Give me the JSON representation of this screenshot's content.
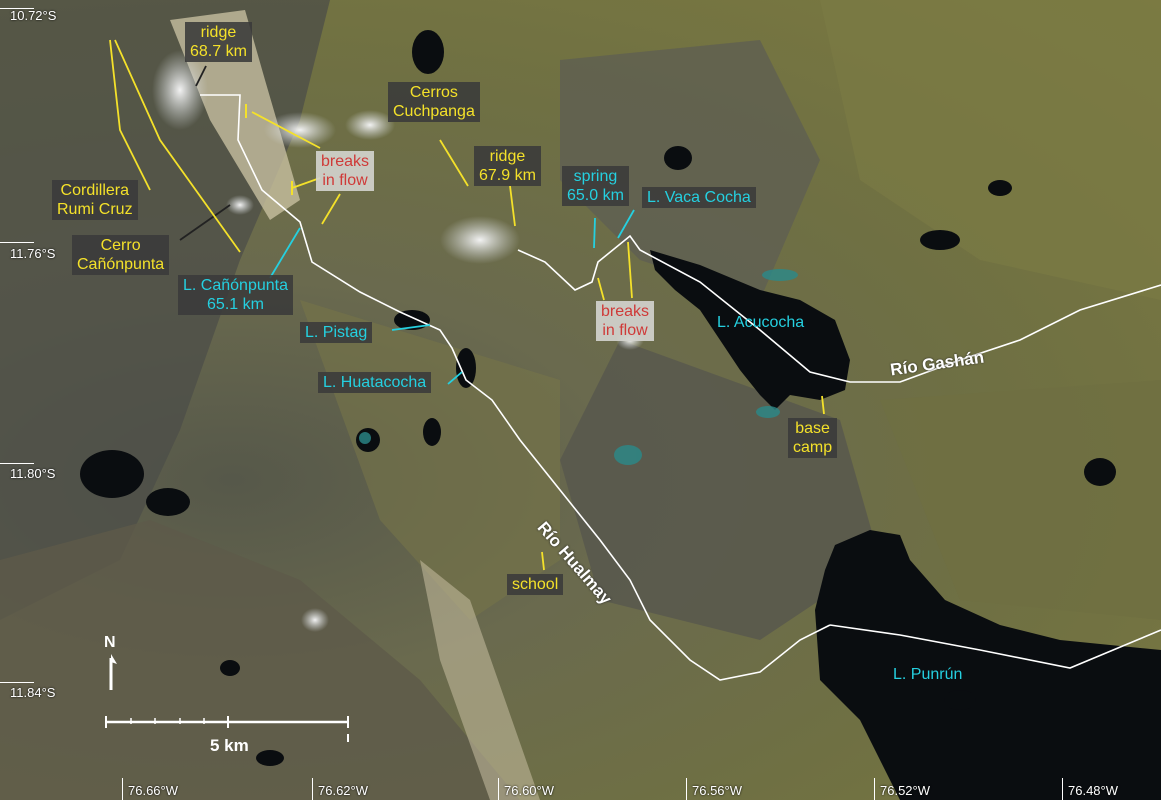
{
  "map": {
    "labels": [
      {
        "id": "ridge-68-7",
        "lines": [
          "ridge",
          "68.7 km"
        ],
        "color": "yellow",
        "style": "dark"
      },
      {
        "id": "cerros-cuchpanga",
        "lines": [
          "Cerros",
          "Cuchpanga"
        ],
        "color": "yellow",
        "style": "dark"
      },
      {
        "id": "breaks-in-flow-1",
        "lines": [
          "breaks",
          "in flow"
        ],
        "color": "red",
        "style": "light"
      },
      {
        "id": "ridge-67-9",
        "lines": [
          "ridge",
          "67.9 km"
        ],
        "color": "yellow",
        "style": "dark"
      },
      {
        "id": "spring-65-0",
        "lines": [
          "spring",
          "65.0 km"
        ],
        "color": "cyan",
        "style": "dark"
      },
      {
        "id": "l-vaca-cocha",
        "lines": [
          "L. Vaca Cocha"
        ],
        "color": "cyan",
        "style": "dark"
      },
      {
        "id": "cordillera-rumi-cruz",
        "lines": [
          "Cordillera",
          "Rumi Cruz"
        ],
        "color": "yellow",
        "style": "dark"
      },
      {
        "id": "cerro-canonpunta",
        "lines": [
          "Cerro",
          "Cañónpunta"
        ],
        "color": "yellow",
        "style": "dark"
      },
      {
        "id": "l-canonpunta",
        "lines": [
          "L. Cañónpunta",
          "65.1 km"
        ],
        "color": "cyan",
        "style": "dark"
      },
      {
        "id": "breaks-in-flow-2",
        "lines": [
          "breaks",
          "in flow"
        ],
        "color": "red",
        "style": "light"
      },
      {
        "id": "l-acucocha",
        "lines": [
          "L. Acucocha"
        ],
        "color": "cyan",
        "style": "plain"
      },
      {
        "id": "l-pistag",
        "lines": [
          "L. Pistag"
        ],
        "color": "cyan",
        "style": "dark"
      },
      {
        "id": "l-huatacocha",
        "lines": [
          "L. Huatacocha"
        ],
        "color": "cyan",
        "style": "dark"
      },
      {
        "id": "base-camp",
        "lines": [
          "base",
          "camp"
        ],
        "color": "yellow",
        "style": "dark"
      },
      {
        "id": "school",
        "lines": [
          "school"
        ],
        "color": "yellow",
        "style": "dark"
      },
      {
        "id": "l-punrun",
        "lines": [
          "L. Punrún"
        ],
        "color": "cyan",
        "style": "plain"
      }
    ],
    "rivers": [
      {
        "id": "rio-gashan",
        "name": "Río Gashán"
      },
      {
        "id": "rio-hualmay",
        "name": "Río Hualmay"
      }
    ],
    "latitude_labels": [
      "10.72°S",
      "11.76°S",
      "11.80°S",
      "11.84°S"
    ],
    "longitude_labels": [
      "76.66°W",
      "76.62°W",
      "76.60°W",
      "76.56°W",
      "76.52°W",
      "76.48°W"
    ],
    "scale_bar": {
      "label": "5 km"
    },
    "north_arrow": {
      "label": "N"
    },
    "colors": {
      "yellow": "#f4e12a",
      "cyan": "#25d0e0",
      "red": "#cf3a38",
      "river": "#ffffff",
      "lake": "#0a0d10"
    }
  }
}
